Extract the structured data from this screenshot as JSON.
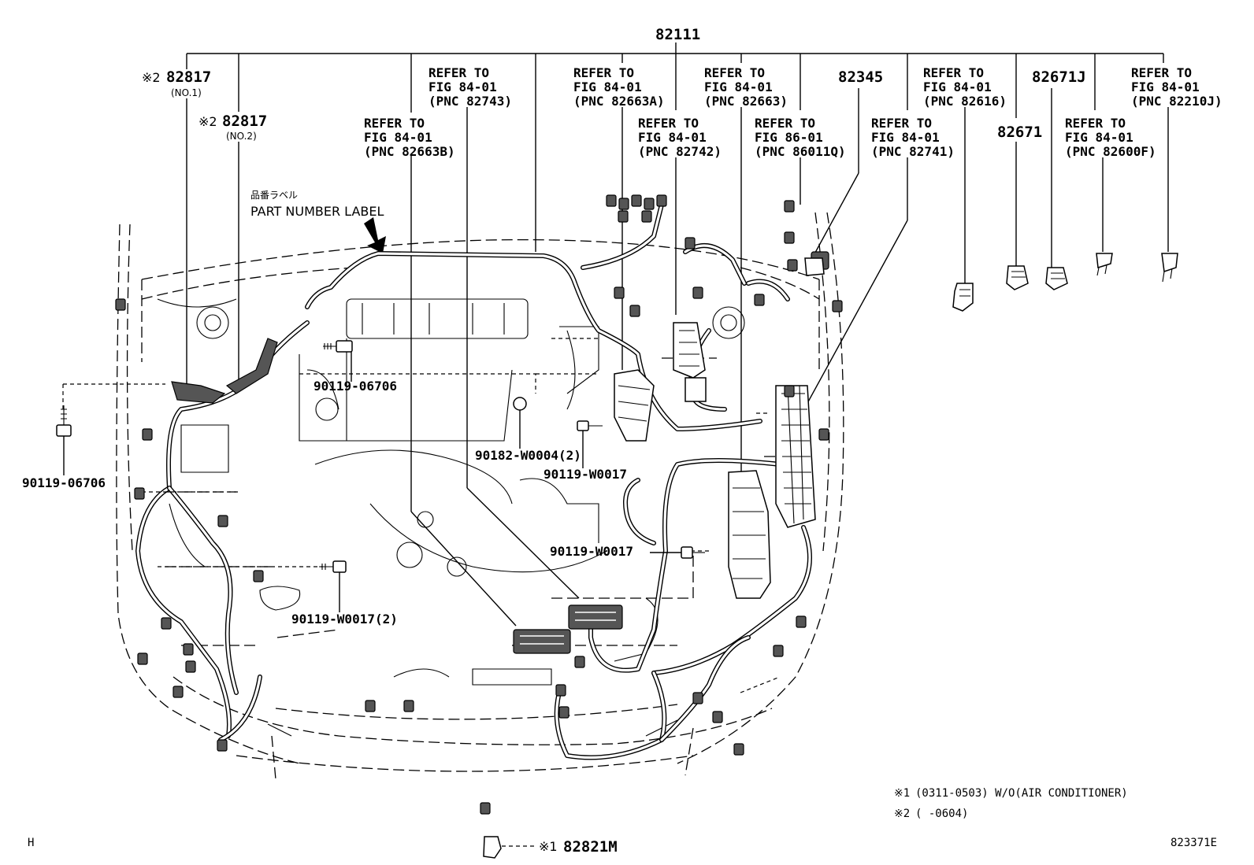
{
  "labels": {
    "harness_main": "82111",
    "clamp_no1_mark": "※2",
    "clamp_no1_pn": "82817",
    "clamp_no1_sub": "(NO.1)",
    "clamp_no2_mark": "※2",
    "clamp_no2_pn": "82817",
    "clamp_no2_sub": "(NO.2)",
    "pn_82345": "82345",
    "pn_82671j": "82671J",
    "pn_82671": "82671",
    "label_jp": "品番ラベル",
    "label_en": "PART NUMBER LABEL",
    "bolt_1": "90119-06706",
    "bolt_2": "90119-06706",
    "clip_1": "90182-W0004(2)",
    "bolt_3": "90119-W0017",
    "bolt_4": "90119-W0017",
    "bolt_5": "90119-W0017(2)",
    "bottom_mark": "※1",
    "bottom_pn": "82821M",
    "left_code": "H",
    "drawing_id": "823371E"
  },
  "refs": [
    {
      "l1": "REFER TO",
      "l2": "FIG 84-01",
      "l3": "(PNC 82743)"
    },
    {
      "l1": "REFER TO",
      "l2": "FIG 84-01",
      "l3": "(PNC 82663B)"
    },
    {
      "l1": "REFER TO",
      "l2": "FIG 84-01",
      "l3": "(PNC 82663A)"
    },
    {
      "l1": "REFER TO",
      "l2": "FIG 84-01",
      "l3": "(PNC 82742)"
    },
    {
      "l1": "REFER TO",
      "l2": "FIG 84-01",
      "l3": "(PNC 82663)"
    },
    {
      "l1": "REFER TO",
      "l2": "FIG 86-01",
      "l3": "(PNC 86011Q)"
    },
    {
      "l1": "REFER TO",
      "l2": "FIG 84-01",
      "l3": "(PNC 82741)"
    },
    {
      "l1": "REFER TO",
      "l2": "FIG 84-01",
      "l3": "(PNC 82616)"
    },
    {
      "l1": "REFER TO",
      "l2": "FIG 84-01",
      "l3": "(PNC 82600F)"
    },
    {
      "l1": "REFER TO",
      "l2": "FIG 84-01",
      "l3": "(PNC 82210J)"
    }
  ],
  "notes": [
    {
      "mark": "※1",
      "text": "(0311-0503) W/O(AIR CONDITIONER)"
    },
    {
      "mark": "※2",
      "text": "(      -0604)"
    }
  ]
}
